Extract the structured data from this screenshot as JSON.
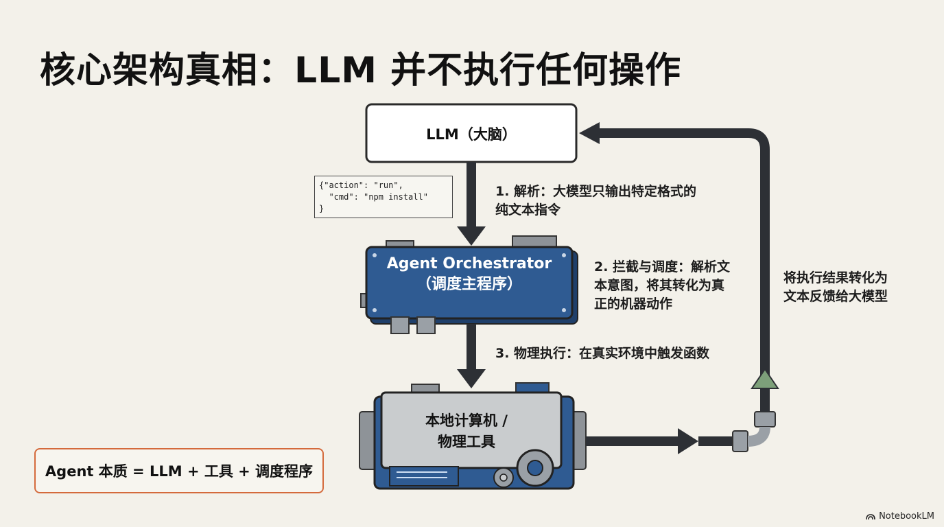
{
  "title": "核心架构真相：LLM 并不执行任何操作",
  "llm_box": "LLM（大脑）",
  "code_snippet": "{\"action\": \"run\",\n  \"cmd\": \"npm install\"\n}",
  "step1": {
    "line1": "1. 解析：大模型只输出特定格式的",
    "line2": "纯文本指令"
  },
  "orchestrator": {
    "line1": "Agent Orchestrator",
    "line2": "（调度主程序）"
  },
  "step2": {
    "line1": "2. 拦截与调度：解析文",
    "line2": "本意图，将其转化为真",
    "line3": "正的机器动作"
  },
  "step3": "3. 物理执行：在真实环境中触发函数",
  "machine": {
    "line1": "本地计算机 /",
    "line2": "物理工具"
  },
  "feedback": {
    "line1": "将执行结果转化为",
    "line2": "文本反馈给大模型"
  },
  "formula": "Agent 本质 = LLM + 工具 + 调度程序",
  "brand": "NotebookLM",
  "colors": {
    "background": "#f3f1ea",
    "orchestrator_blue": "#2f5b92",
    "machine_gray": "#c9ccce",
    "arrow_dark": "#2d3035",
    "feedback_arrow_tip": "#7da07a",
    "formula_border": "#d46a3c"
  }
}
